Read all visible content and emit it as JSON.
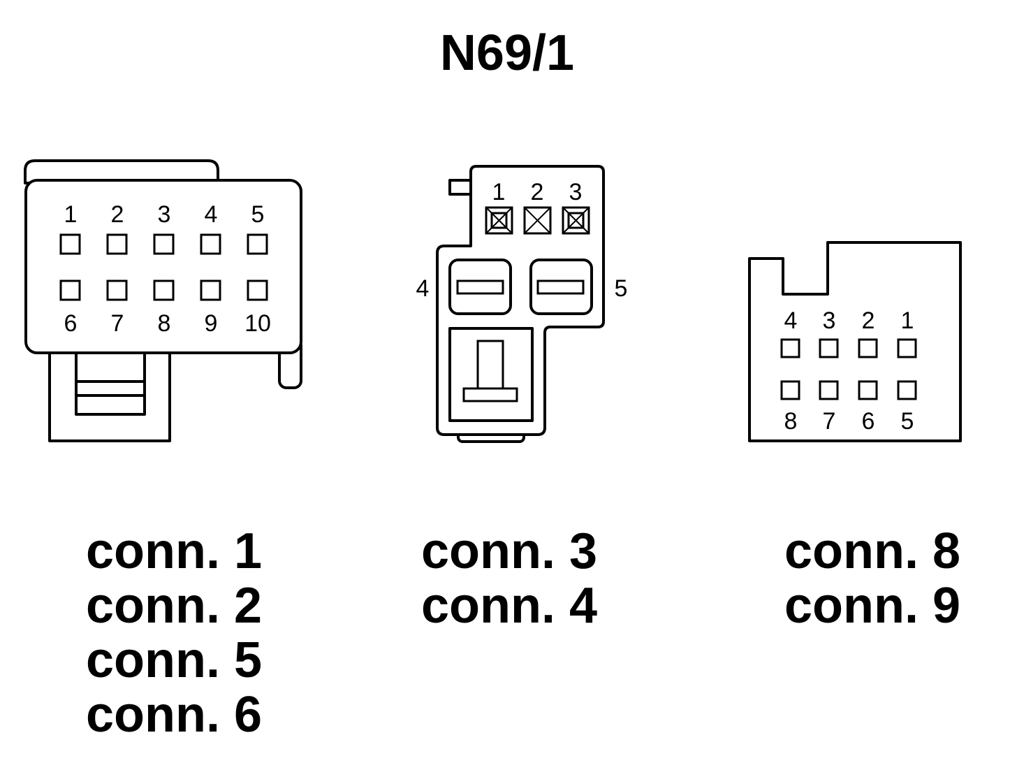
{
  "title": "N69/1",
  "connectors": [
    {
      "pin_labels": [
        "1",
        "2",
        "3",
        "4",
        "5",
        "6",
        "7",
        "8",
        "9",
        "10"
      ],
      "connections": [
        "conn. 1",
        "conn. 2",
        "conn. 5",
        "conn. 6"
      ]
    },
    {
      "pin_labels": [
        "1",
        "2",
        "3",
        "4",
        "5"
      ],
      "connections": [
        "conn. 3",
        "conn. 4"
      ]
    },
    {
      "pin_labels": [
        "4",
        "3",
        "2",
        "1",
        "8",
        "7",
        "6",
        "5"
      ],
      "connections": [
        "conn. 8",
        "conn. 9"
      ]
    }
  ]
}
